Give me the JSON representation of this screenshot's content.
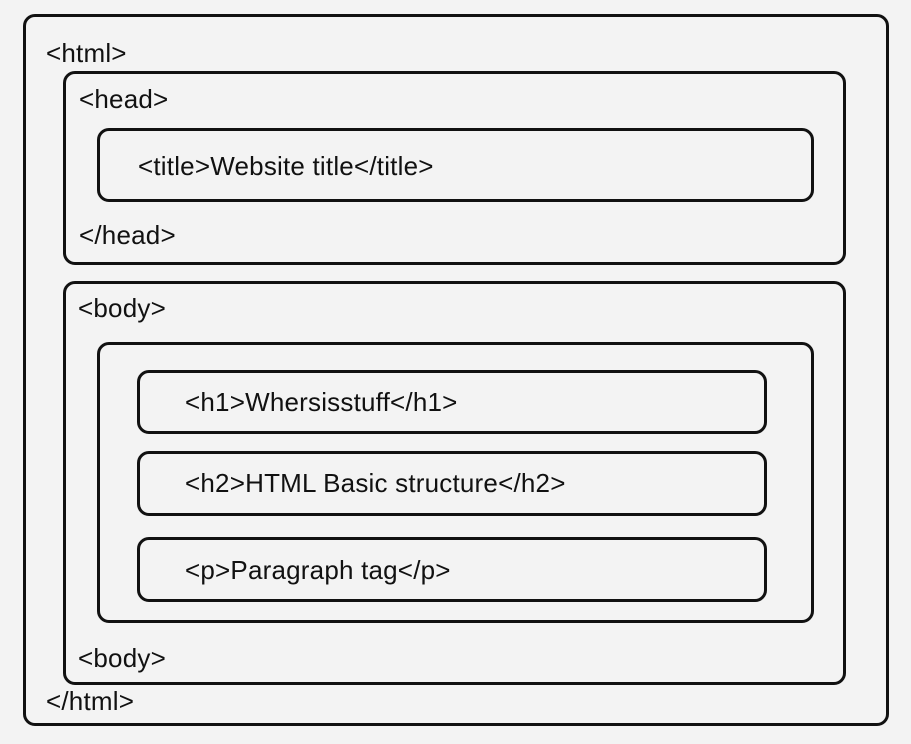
{
  "html": {
    "open": "<html>",
    "close": "</html>",
    "head": {
      "open": "<head>",
      "close": "</head>",
      "title": "<title>Website title</title>"
    },
    "body": {
      "open": "<body>",
      "close": "<body>",
      "elements": [
        "<h1>Whersisstuff</h1>",
        "<h2>HTML Basic structure</h2>",
        "<p>Paragraph tag</p>"
      ]
    }
  },
  "colors": {
    "background": "#f3f3f3",
    "stroke": "#111111",
    "text": "#111111"
  }
}
